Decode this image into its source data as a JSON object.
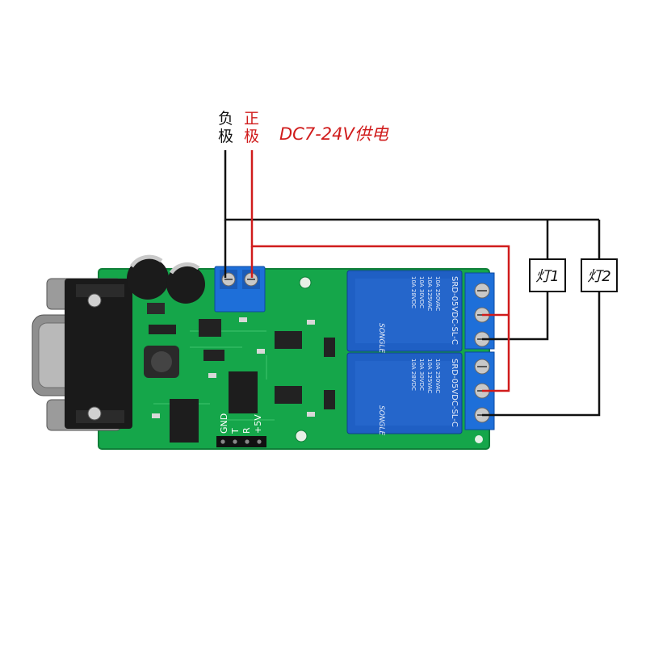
{
  "power": {
    "negative_label": "负极",
    "positive_label": "正极",
    "supply_label": "DC7-24V供电"
  },
  "lamps": [
    {
      "label": "灯1"
    },
    {
      "label": "灯2"
    }
  ],
  "board": {
    "header_pins": [
      "GND",
      "T",
      "R",
      "+5V"
    ],
    "relay_model": "SRD-05VDC-SL-C",
    "relay_ratings": [
      "10A 250VAC",
      "10A 125VAC",
      "10A 30VDC",
      "10A 28VDC"
    ],
    "relay_brand": "SONGLE"
  },
  "colors": {
    "pcb": "#15a64a",
    "wire_negative": "#111111",
    "wire_positive": "#d01c1c",
    "relay_body": "#1f5fc4",
    "terminal_blue": "#1e6fd9"
  }
}
